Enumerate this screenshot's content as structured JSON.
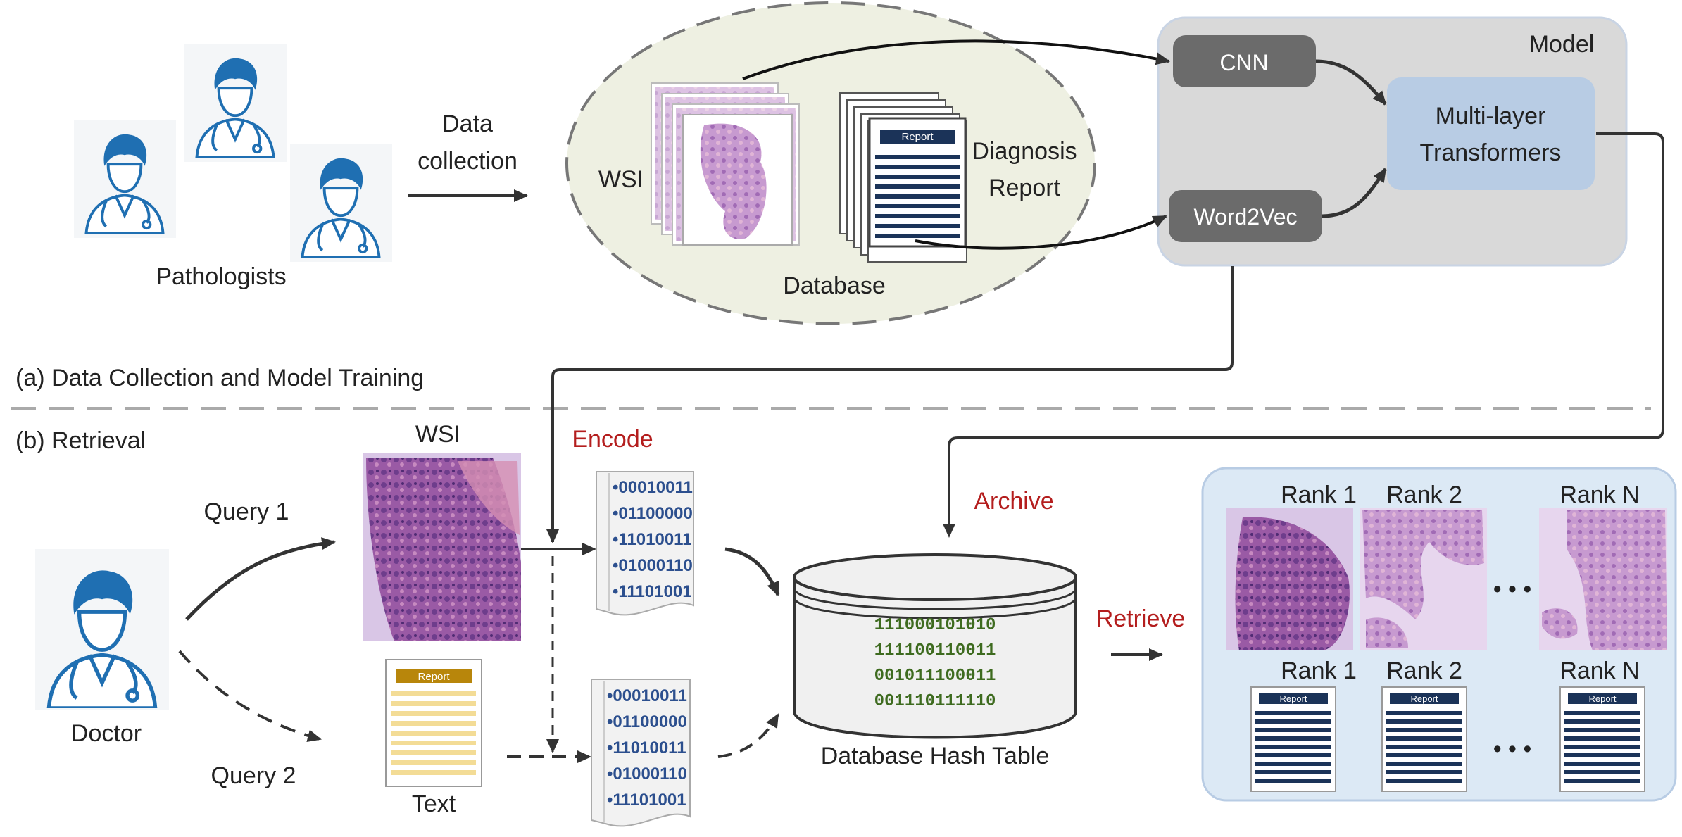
{
  "labels": {
    "pathologists": "Pathologists",
    "data_collection_line1": "Data",
    "data_collection_line2": "collection",
    "wsi_db": "WSI",
    "diagnosis_line1": "Diagnosis",
    "diagnosis_line2": "Report",
    "database": "Database",
    "model_title": "Model",
    "cnn": "CNN",
    "word2vec": "Word2Vec",
    "transformers_line1": "Multi-layer",
    "transformers_line2": "Transformers",
    "section_a": "(a) Data Collection and Model Training",
    "section_b": "(b) Retrieval",
    "doctor": "Doctor",
    "query1": "Query 1",
    "query2": "Query 2",
    "wsi_query": "WSI",
    "text_query": "Text",
    "encode": "Encode",
    "archive": "Archive",
    "retrieve": "Retrieve",
    "hash_table": "Database Hash Table",
    "report_tag": "Report",
    "ellipsis": "• • •"
  },
  "codes_top": [
    "•00010011",
    "•01100000",
    "•11010011",
    "•01000110",
    "•11101001"
  ],
  "codes_bottom": [
    "•00010011",
    "•01100000",
    "•11010011",
    "•01000110",
    "•11101001"
  ],
  "hash_rows": [
    "111000101010",
    "111100110011",
    "001011100011",
    "001110111110"
  ],
  "ranks_wsi": [
    "Rank 1",
    "Rank 2",
    "Rank N"
  ],
  "ranks_text": [
    "Rank 1",
    "Rank 2",
    "Rank N"
  ],
  "colors": {
    "accent_red": "#b41e1e",
    "model_bg": "#d9d9d9",
    "dark_box": "#6b6b6b",
    "transformer_box": "#b8cce4",
    "results_bg": "#dce9f5",
    "database_bg": "#eef0e2",
    "doctor_blue": "#1f6fb2"
  }
}
